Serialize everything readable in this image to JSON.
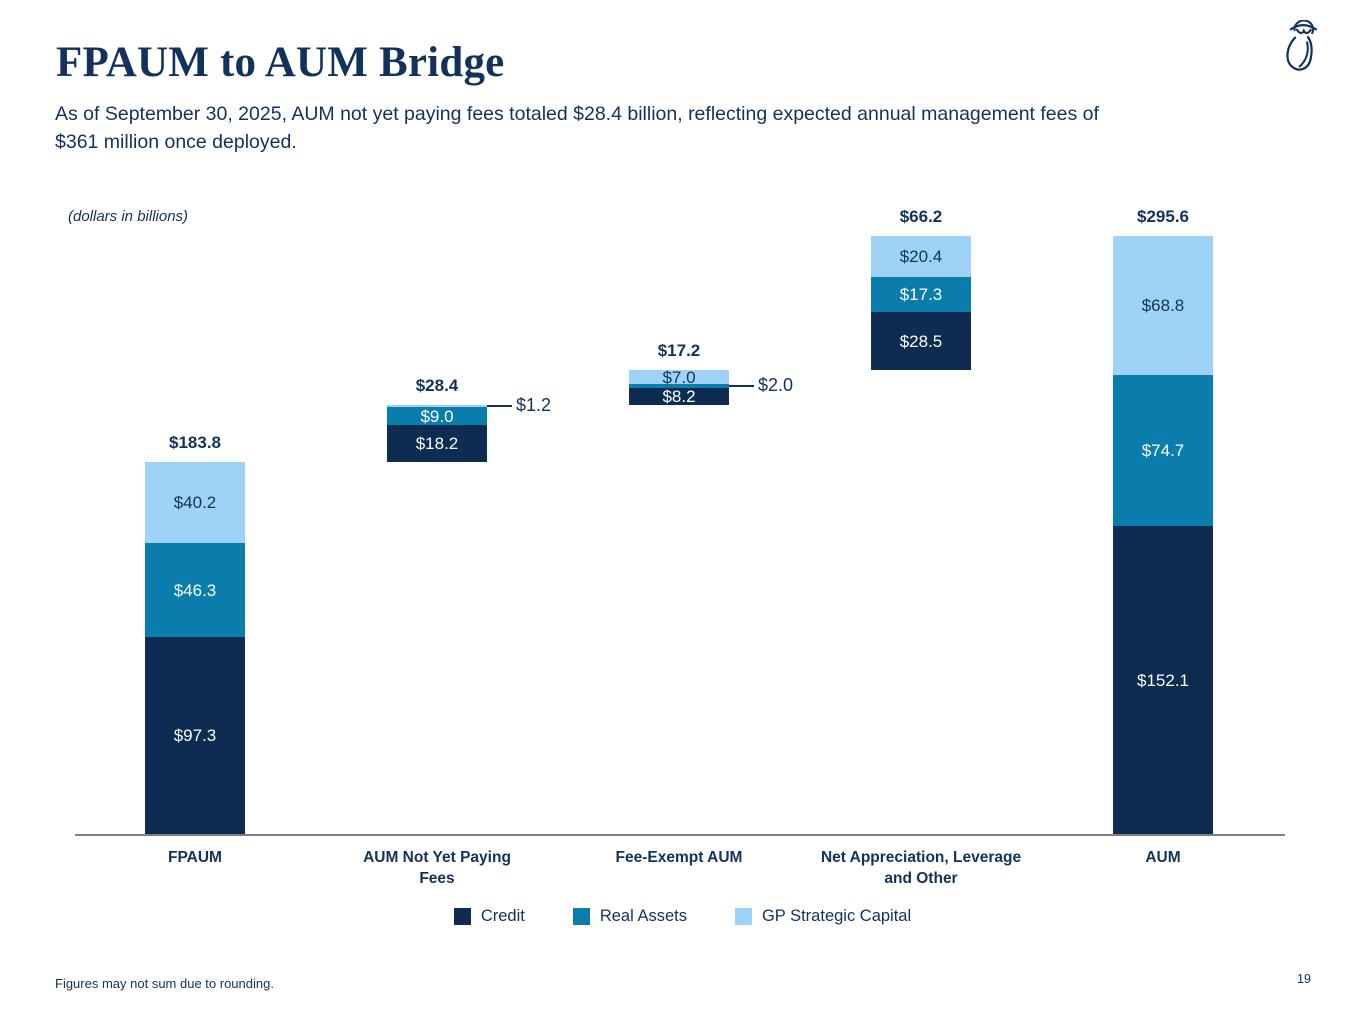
{
  "page": {
    "title": "FPAUM to AUM Bridge",
    "subtitle": "As of September 30, 2025, AUM not yet paying fees totaled $28.4 billion, reflecting expected annual management fees of\n$361 million once deployed.",
    "footnote": "Figures may not sum due to rounding.",
    "page_number": "19",
    "logo_icon": "owl-logo-icon"
  },
  "colors": {
    "navy_text": "#13325B",
    "axis_line": "#808080",
    "credit": "#0E2B51",
    "real_assets": "#0A7DAD",
    "gp_strategic_capital": "#9ED2F6",
    "white_label": "#FFFFFF"
  },
  "chart_data": {
    "type": "bar",
    "subtype": "stacked-waterfall-bridge",
    "title": "FPAUM to AUM Bridge",
    "units_note": "(dollars in billions)",
    "xlabel": "",
    "ylabel": "",
    "ylim": [
      0,
      300
    ],
    "grid": false,
    "legend_position": "bottom",
    "series_colors": {
      "Credit": "#0E2B51",
      "Real Assets": "#0A7DAD",
      "GP Strategic Capital": "#9ED2F6"
    },
    "categories": [
      "FPAUM",
      "AUM Not Yet Paying\nFees",
      "Fee-Exempt AUM",
      "Net Appreciation, Leverage\nand Other",
      "AUM"
    ],
    "bars": [
      {
        "category": "FPAUM",
        "start": 0,
        "total": 183.8,
        "total_label": "$183.8",
        "segments": [
          {
            "series": "Credit",
            "value": 97.3,
            "label": "$97.3",
            "label_inside": true
          },
          {
            "series": "Real Assets",
            "value": 46.3,
            "label": "$46.3",
            "label_inside": true
          },
          {
            "series": "GP Strategic Capital",
            "value": 40.2,
            "label": "$40.2",
            "label_inside": true
          }
        ]
      },
      {
        "category": "AUM Not Yet Paying\nFees",
        "start": 183.8,
        "total": 28.4,
        "total_label": "$28.4",
        "segments": [
          {
            "series": "Credit",
            "value": 18.2,
            "label": "$18.2",
            "label_inside": true
          },
          {
            "series": "Real Assets",
            "value": 9.0,
            "label": "$9.0",
            "label_inside": true
          },
          {
            "series": "GP Strategic Capital",
            "value": 1.2,
            "label": "$1.2",
            "label_inside": false,
            "callout": true
          }
        ]
      },
      {
        "category": "Fee-Exempt AUM",
        "start": 212.2,
        "total": 17.2,
        "total_label": "$17.2",
        "segments": [
          {
            "series": "Credit",
            "value": 8.2,
            "label": "$8.2",
            "label_inside": true
          },
          {
            "series": "Real Assets",
            "value": 2.0,
            "label": "$2.0",
            "label_inside": false,
            "callout": true
          },
          {
            "series": "GP Strategic Capital",
            "value": 7.0,
            "label": "$7.0",
            "label_inside": true
          }
        ]
      },
      {
        "category": "Net Appreciation, Leverage\nand Other",
        "start": 229.4,
        "total": 66.2,
        "total_label": "$66.2",
        "segments": [
          {
            "series": "Credit",
            "value": 28.5,
            "label": "$28.5",
            "label_inside": true
          },
          {
            "series": "Real Assets",
            "value": 17.3,
            "label": "$17.3",
            "label_inside": true
          },
          {
            "series": "GP Strategic Capital",
            "value": 20.4,
            "label": "$20.4",
            "label_inside": true
          }
        ]
      },
      {
        "category": "AUM",
        "start": 0,
        "total": 295.6,
        "total_label": "$295.6",
        "segments": [
          {
            "series": "Credit",
            "value": 152.1,
            "label": "$152.1",
            "label_inside": true
          },
          {
            "series": "Real Assets",
            "value": 74.7,
            "label": "$74.7",
            "label_inside": true
          },
          {
            "series": "GP Strategic Capital",
            "value": 68.8,
            "label": "$68.8",
            "label_inside": true
          }
        ]
      }
    ],
    "legend": [
      {
        "label": "Credit",
        "color": "#0E2B51"
      },
      {
        "label": "Real Assets",
        "color": "#0A7DAD"
      },
      {
        "label": "GP Strategic Capital",
        "color": "#9ED2F6"
      }
    ]
  }
}
